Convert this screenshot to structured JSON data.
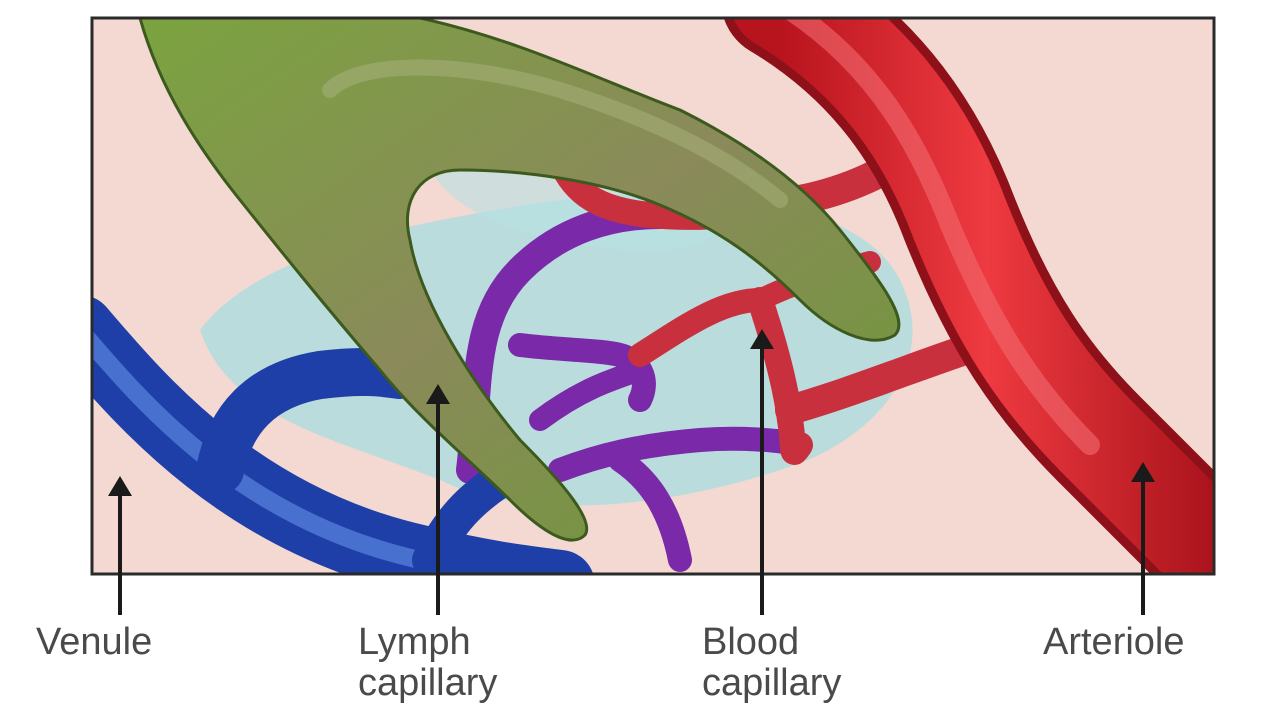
{
  "diagram": {
    "labels": {
      "venule": {
        "lines": [
          "Venule"
        ]
      },
      "lymph_capillary": {
        "lines": [
          "Lymph",
          "capillary"
        ]
      },
      "blood_capillary": {
        "lines": [
          "Blood",
          "capillary"
        ]
      },
      "arteriole": {
        "lines": [
          "Arteriole"
        ]
      }
    },
    "colors": {
      "tissue": "#f4d8d2",
      "interstitial_fluid": "#a8dde0",
      "venule": "#1e3fa8",
      "arteriole": "#d21f2a",
      "capillary_red": "#c9303e",
      "capillary_purple": "#7a2aa8",
      "lymph": "#6f9a3a",
      "label_text": "#4a4a4a"
    }
  }
}
